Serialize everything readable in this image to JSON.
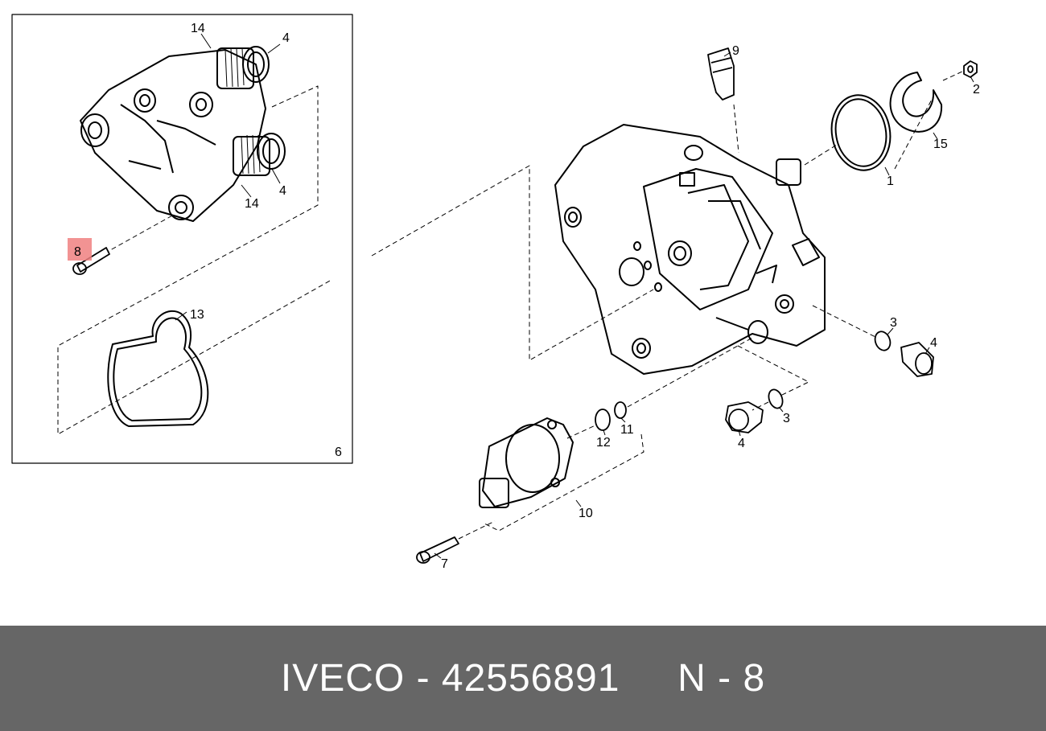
{
  "labels": {
    "l14a": "14",
    "l4a": "4",
    "l14b": "14",
    "l4b": "4",
    "l8": "8",
    "l13": "13",
    "l6": "6",
    "l9": "9",
    "l2": "2",
    "l15": "15",
    "l1": "1",
    "l3a": "3",
    "l4c": "4",
    "l3b": "3",
    "l4d": "4",
    "l12": "12",
    "l11": "11",
    "l10": "10",
    "l7": "7"
  },
  "highlight": {
    "label": "8",
    "color": "#f08080"
  },
  "footer": {
    "brand": "IVECO",
    "part_number": "42556891",
    "position": "N - 8",
    "text": "IVECO - 42556891     N - 8"
  },
  "colors": {
    "footer_bg": "#666666",
    "footer_text": "#ffffff",
    "lines": "#000000"
  }
}
